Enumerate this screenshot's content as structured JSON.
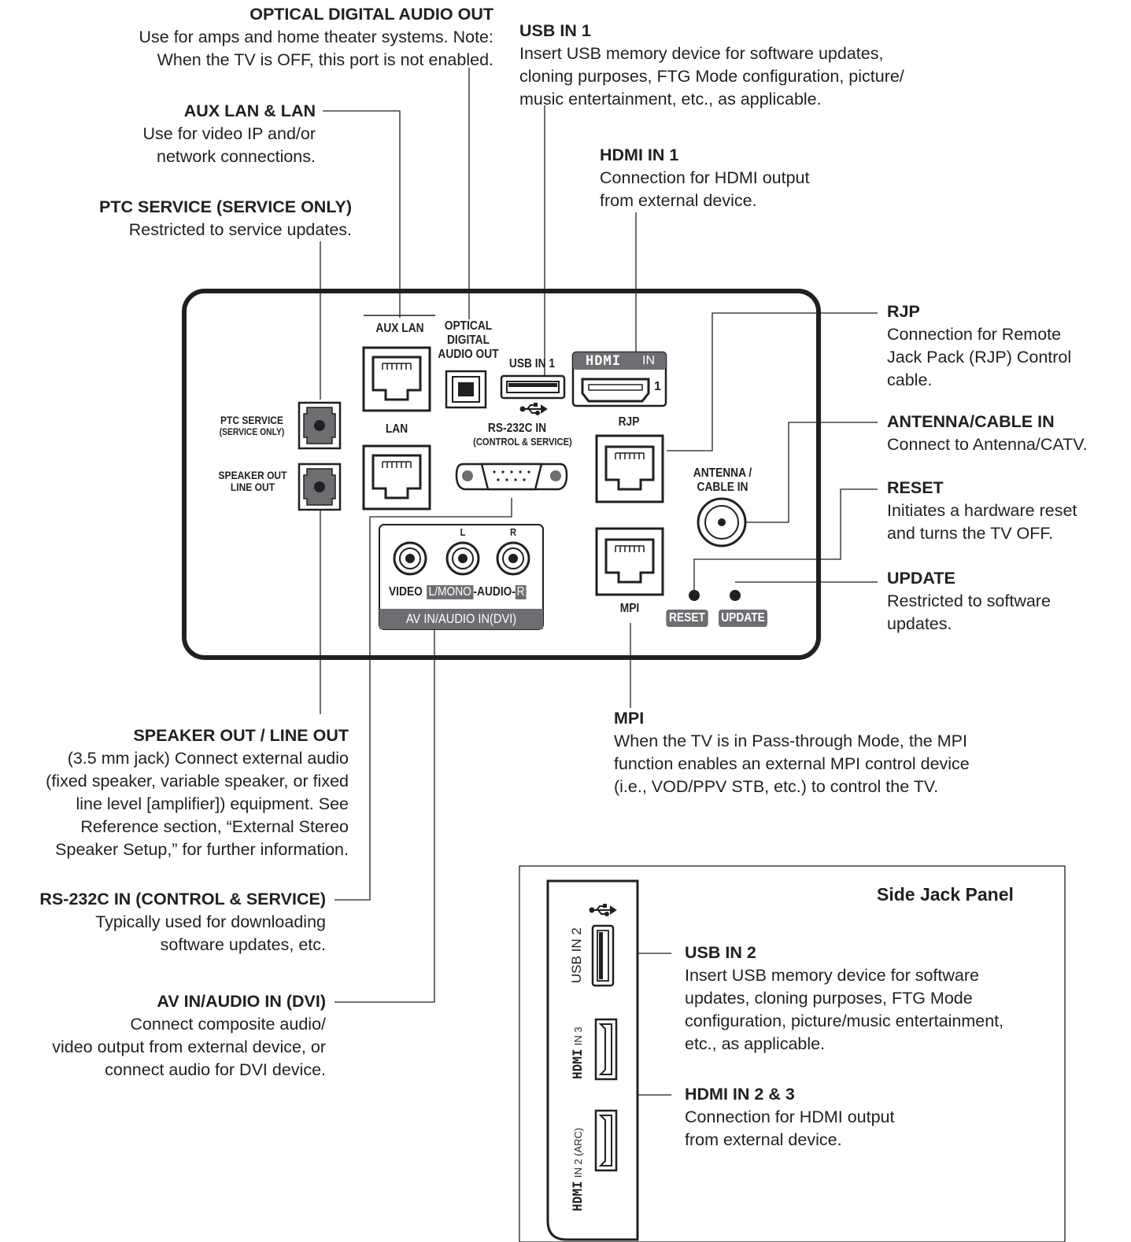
{
  "callouts": {
    "optical": {
      "title": "OPTICAL DIGITAL AUDIO OUT",
      "desc": [
        "Use for amps and home theater systems. Note:",
        "When the TV is OFF, this port is not enabled."
      ]
    },
    "usb1": {
      "title": "USB IN 1",
      "desc": [
        "Insert USB memory device for software updates,",
        "cloning purposes, FTG Mode configuration, picture/",
        "music entertainment, etc., as applicable."
      ]
    },
    "auxlan": {
      "title": "AUX LAN & LAN",
      "desc": [
        "Use for video IP and/or",
        "network connections."
      ]
    },
    "hdmi1": {
      "title": "HDMI IN 1",
      "desc": [
        "Connection for HDMI output",
        "from external device."
      ]
    },
    "ptc": {
      "title": "PTC SERVICE (SERVICE ONLY)",
      "desc": [
        "Restricted to service updates."
      ]
    },
    "rjp": {
      "title": "RJP",
      "desc": [
        "Connection for Remote",
        "Jack Pack (RJP) Control",
        "cable."
      ]
    },
    "antenna": {
      "title": "ANTENNA/CABLE IN",
      "desc": [
        "Connect to Antenna/CATV."
      ]
    },
    "reset": {
      "title": "RESET",
      "desc": [
        "Initiates a hardware reset",
        "and turns the TV OFF."
      ]
    },
    "update": {
      "title": "UPDATE",
      "desc": [
        "Restricted to software",
        "updates."
      ]
    },
    "mpi": {
      "title": "MPI",
      "desc": [
        "When the TV is in Pass-through Mode, the MPI",
        "function enables an external MPI control device",
        "(i.e., VOD/PPV STB, etc.) to control the TV."
      ]
    },
    "speaker": {
      "title": "SPEAKER OUT / LINE OUT",
      "desc": [
        "(3.5 mm jack) Connect external audio",
        "(fixed speaker, variable speaker, or fixed",
        "line level [amplifier]) equipment. See",
        "Reference section, “External Stereo",
        "Speaker Setup,” for further information."
      ]
    },
    "rs232": {
      "title": "RS-232C IN (CONTROL & SERVICE)",
      "desc": [
        "Typically used for downloading",
        "software updates, etc."
      ]
    },
    "avin": {
      "title": "AV IN/AUDIO IN (DVI)",
      "desc": [
        "Connect composite audio/",
        "video output from external device, or",
        "connect audio for DVI device."
      ]
    },
    "usb2": {
      "title": "USB IN 2",
      "desc": [
        "Insert USB memory device for software",
        "updates, cloning purposes, FTG Mode",
        "configuration, picture/music entertainment,",
        "etc., as applicable."
      ]
    },
    "hdmi23": {
      "title": "HDMI IN 2 & 3",
      "desc": [
        "Connection for HDMI output",
        "from external device."
      ]
    }
  },
  "panel_labels": {
    "aux_lan": "AUX LAN",
    "optical": [
      "OPTICAL",
      "DIGITAL",
      "AUDIO OUT"
    ],
    "usb_in_1": "USB IN 1",
    "hdmi_logo": "HDMI",
    "hdmi_in": "IN",
    "hdmi_num": "1",
    "ptc": [
      "PTC SERVICE",
      "(SERVICE ONLY)"
    ],
    "lan": "LAN",
    "rs232": [
      "RS-232C IN",
      "(CONTROL & SERVICE)"
    ],
    "rjp": "RJP",
    "speaker": [
      "SPEAKER OUT",
      "LINE OUT"
    ],
    "antenna": [
      "ANTENNA /",
      "CABLE IN"
    ],
    "l": "L",
    "r": "R",
    "video": "VIDEO",
    "lmono": "L/MONO",
    "audio": "-AUDIO-",
    "r_badge": "R",
    "avin_bar": "AV IN/AUDIO IN(DVI)",
    "mpi": "MPI",
    "reset": "RESET",
    "update": "UPDATE"
  },
  "side_panel": {
    "title": "Side Jack Panel",
    "usb_in_2": "USB IN 2",
    "hdmi_in3": "IN 3",
    "hdmi_in2": "IN 2 (ARC)",
    "hdmi_logo": "HDMI"
  },
  "colors": {
    "ink": "#231f20",
    "badge": "#6d6e71"
  }
}
